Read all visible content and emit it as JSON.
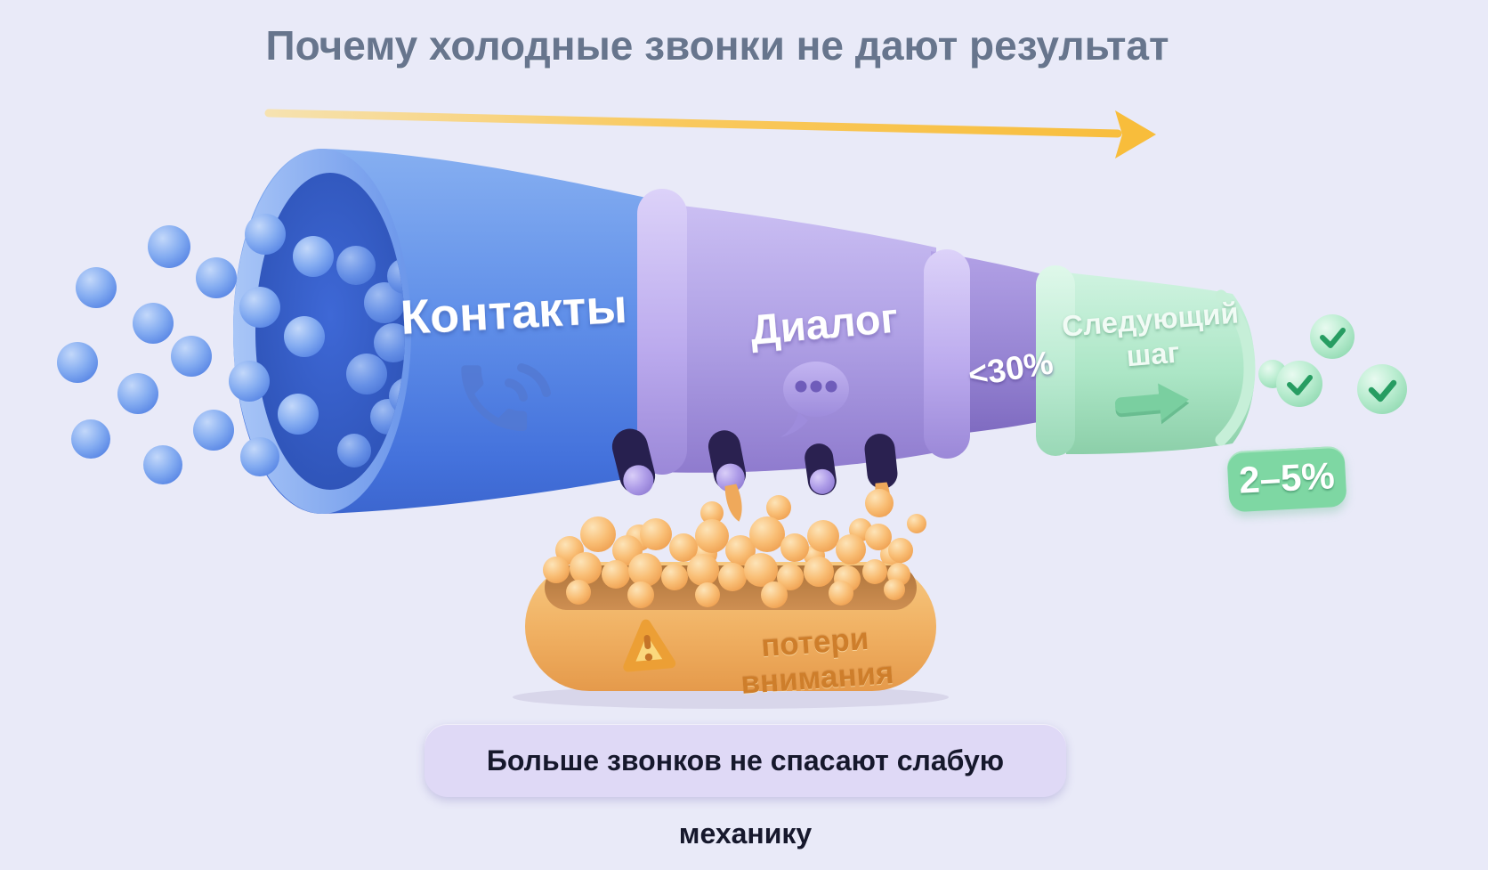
{
  "title": "Почему холодные звонки не дают результат",
  "funnel": {
    "stage1": {
      "label": "Контакты",
      "icon": "phone-icon",
      "color": "#5B8AE8"
    },
    "stage2": {
      "label": "Диалог",
      "icon": "chat-bubble-icon",
      "color": "#AC9CE2",
      "rate": "<30%"
    },
    "stage3": {
      "label": "Следующий шаг",
      "icon": "arrow-right-icon",
      "color": "#A9E4C4",
      "rate": "2–5%"
    }
  },
  "loss_tray": {
    "label": "потери внимания",
    "icon": "warning-triangle-icon"
  },
  "footnote": "Больше звонков не спасают слабую механику",
  "icons": {
    "flow": "flow-arrow-icon",
    "phone": "phone-icon",
    "dialog": "chat-bubble-icon",
    "next_step": "arrow-right-icon",
    "loss": "warning-triangle-icon",
    "success": "check-icon"
  },
  "colors": {
    "background": "#E9EAF8",
    "title": "#67758D",
    "flow_arrow": "#F8BD3B",
    "stage_contacts": "#5B8AE8",
    "stage_dialog": "#AC9CE2",
    "stage_next": "#A9E4C4",
    "loss_tray": "#F0B062",
    "loss_text": "#CE7E2B",
    "badge": "#7ED7A3",
    "footnote_bg": "#DFD9F6",
    "footnote_text": "#16182C"
  }
}
